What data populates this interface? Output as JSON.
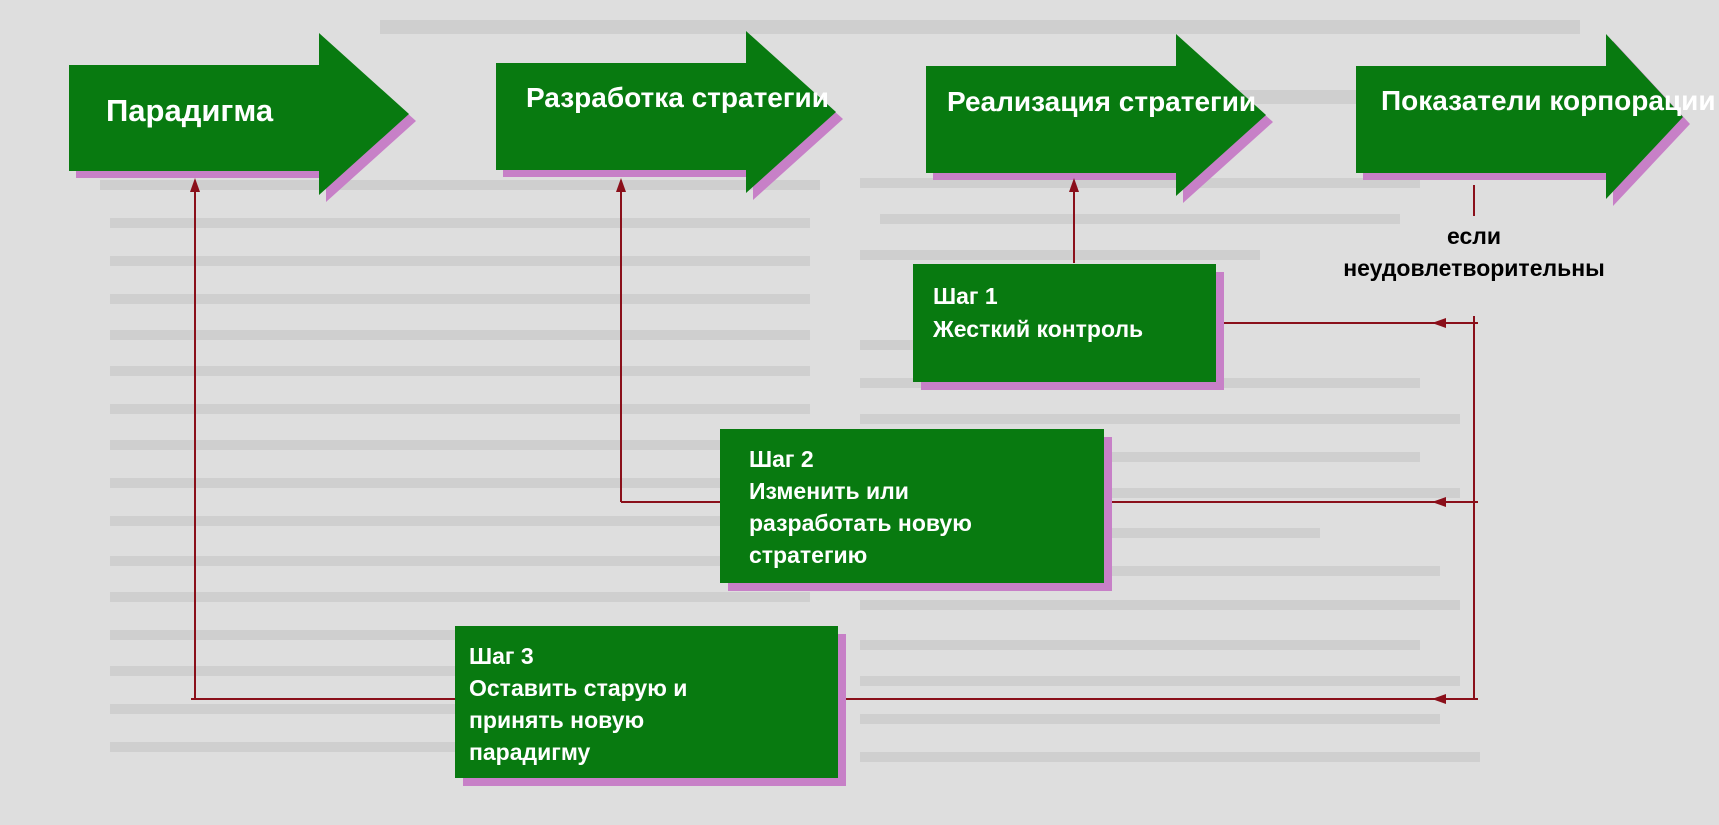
{
  "colors": {
    "background": "#dedede",
    "box_fill": "#087a10",
    "box_shadow": "#c780c7",
    "connector": "#8a0f1a",
    "text_on_box": "#ffffff"
  },
  "arrows": [
    {
      "lines": [
        "Парадигма"
      ]
    },
    {
      "lines": [
        "Разработка",
        "стратегии"
      ]
    },
    {
      "lines": [
        "Реализация",
        "стратегии"
      ]
    },
    {
      "lines": [
        "Показатели",
        "корпорации"
      ]
    }
  ],
  "condition": {
    "lines": [
      "если",
      "неудовлетворительны"
    ]
  },
  "steps": [
    {
      "lines": [
        "Шаг 1",
        "Жесткий контроль"
      ]
    },
    {
      "lines": [
        "Шаг 2",
        "Изменить или",
        "разработать новую",
        "стратегию"
      ]
    },
    {
      "lines": [
        "Шаг 3",
        "Оставить старую и",
        "принять новую",
        "парадигму"
      ]
    }
  ]
}
